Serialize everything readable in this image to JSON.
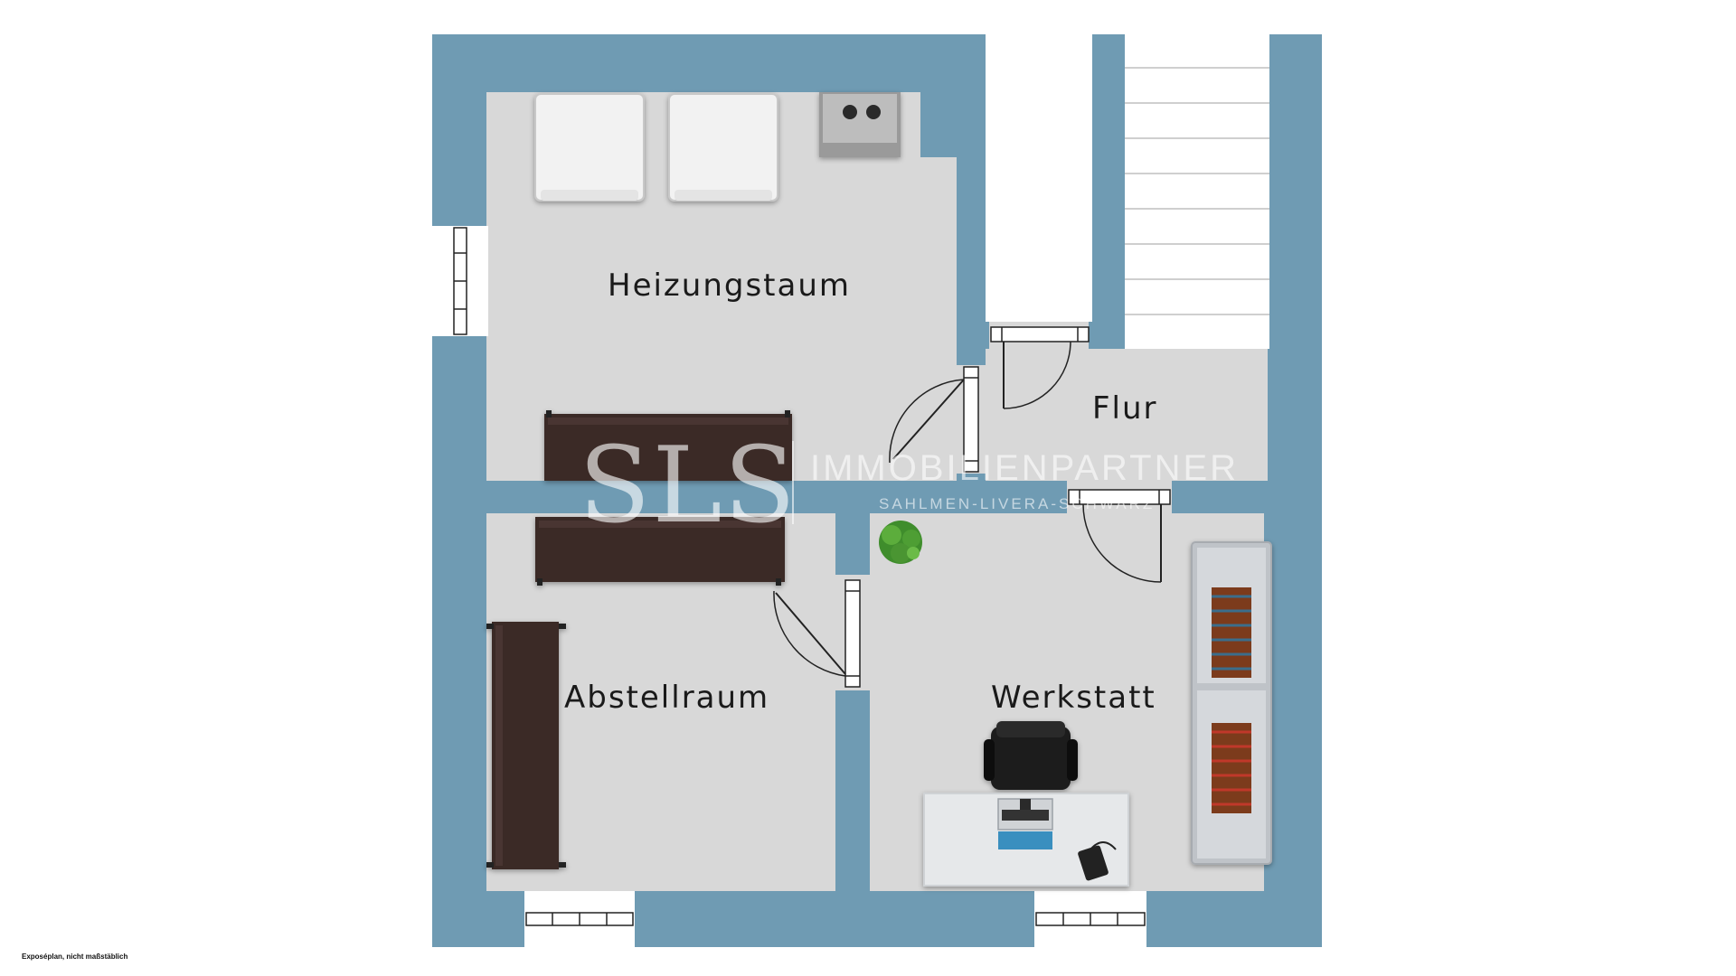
{
  "rooms": {
    "heizung": "Heizungstaum",
    "flur": "Flur",
    "abstellraum": "Abstellraum",
    "werkstatt": "Werkstatt"
  },
  "watermark": {
    "logo": "SLS",
    "company": "IMMOBILIENPARTNER",
    "tagline": "SAHLMEN-LIVERA-SCHWARZ"
  },
  "footnote": "Exposéplan, nicht maßstäblich",
  "colors": {
    "wall": "#6f9bb3",
    "floor": "#d8d8d8",
    "furniture_dark": "#3b2a26",
    "appliance": "#f2f2f2",
    "stairs": "#ffffff"
  }
}
